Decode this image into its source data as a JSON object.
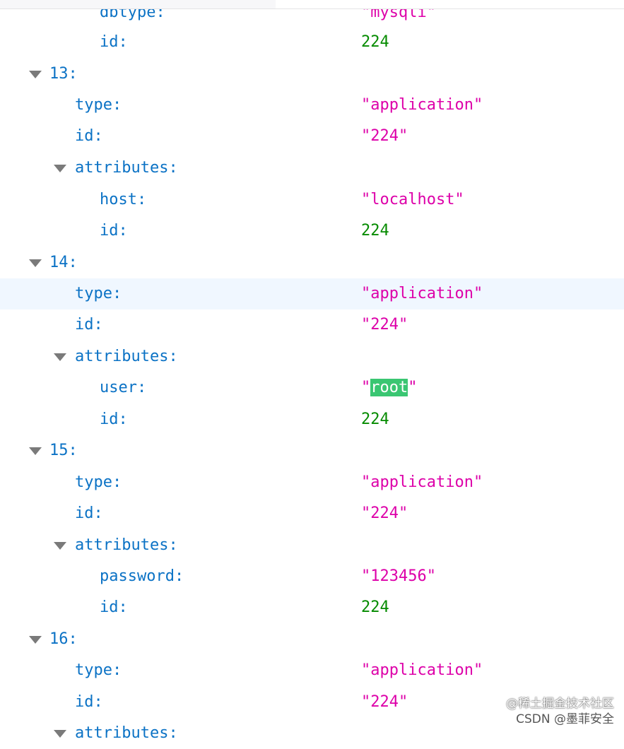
{
  "top_partial": {
    "dbtype_key": "dbtype:",
    "dbtype_val": "\"mysqli\"",
    "id_key": "id:",
    "id_val": "224"
  },
  "entries": [
    {
      "index": "13:",
      "type_key": "type:",
      "type_val": "\"application\"",
      "id_key": "id:",
      "id_val": "\"224\"",
      "attributes_key": "attributes:",
      "attr_key": "host:",
      "attr_val": "\"localhost\"",
      "attr_id_key": "id:",
      "attr_id_val": "224"
    },
    {
      "index": "14:",
      "type_key": "type:",
      "type_val": "\"application\"",
      "id_key": "id:",
      "id_val": "\"224\"",
      "attributes_key": "attributes:",
      "attr_key": "user:",
      "attr_val_open": "\"",
      "attr_val_highlight": "root",
      "attr_val_close": "\"",
      "attr_id_key": "id:",
      "attr_id_val": "224"
    },
    {
      "index": "15:",
      "type_key": "type:",
      "type_val": "\"application\"",
      "id_key": "id:",
      "id_val": "\"224\"",
      "attributes_key": "attributes:",
      "attr_key": "password:",
      "attr_val": "\"123456\"",
      "attr_id_key": "id:",
      "attr_id_val": "224"
    },
    {
      "index": "16:",
      "type_key": "type:",
      "type_val": "\"application\"",
      "id_key": "id:",
      "id_val": "\"224\"",
      "attributes_key": "attributes:"
    }
  ],
  "watermark": {
    "line1": "@稀土掘金技术社区",
    "line2": "CSDN @墨菲安全"
  },
  "colors": {
    "key": "#0b72c5",
    "string": "#dd00a9",
    "number": "#058b00",
    "highlight": "#3ac672",
    "hover_row": "#f0f7ff"
  },
  "icons": {
    "expanded": "triangle-down-icon"
  }
}
